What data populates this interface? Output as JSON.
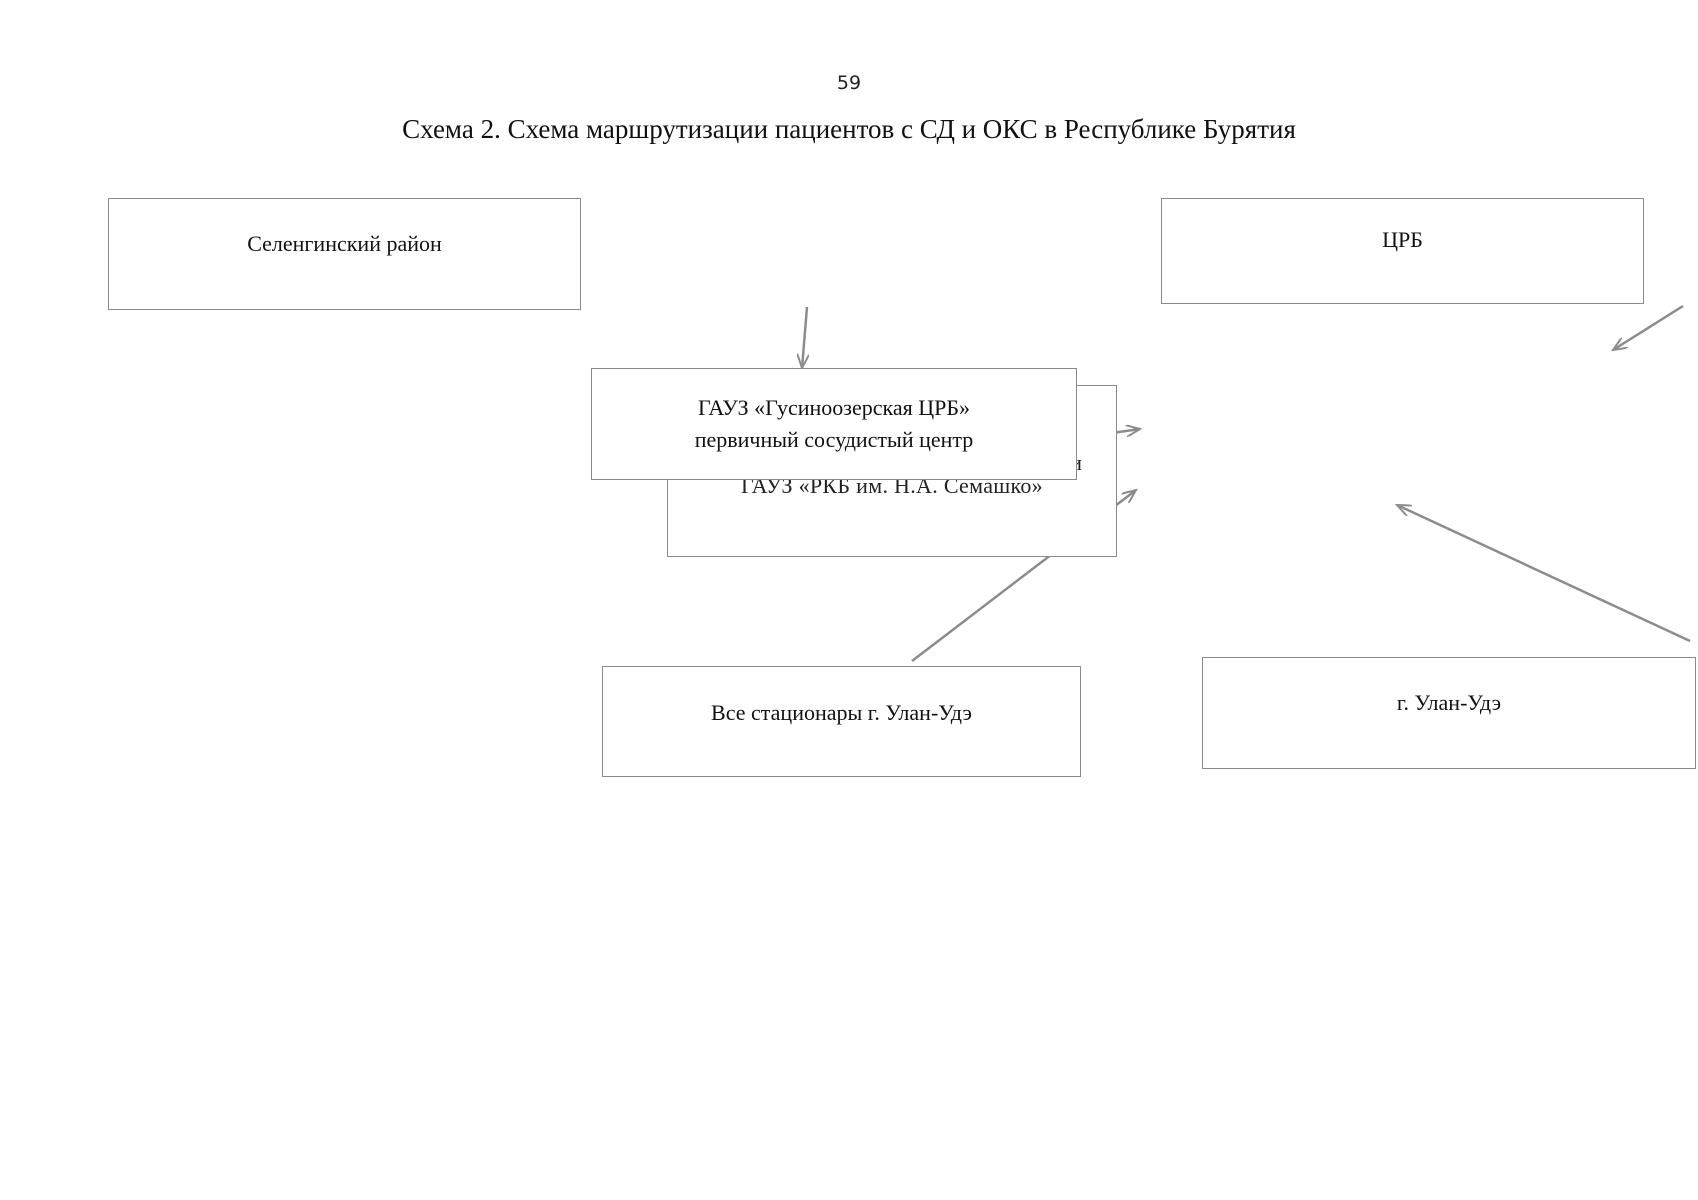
{
  "page": {
    "number": "59",
    "title": "Схема 2. Схема маршрутизации пациентов с СД и ОКС в Республике Бурятия"
  },
  "boxes": {
    "selenga": "Селенгинский район",
    "crb": "ЦРБ",
    "gusino": "ГАУЗ «Гусиноозерская ЦРБ»\nпервичный сосудистый центр",
    "rkb_partial": "и",
    "rkb": "ГАУЗ «РКБ им. Н.А. Семашко»",
    "hospitals": "Все стационары г. Улан-Удэ",
    "ulan": "г. Улан-Удэ"
  },
  "colors": {
    "border": "#8a8a8a",
    "arrow": "#8c8c8c",
    "text": "#111111"
  }
}
